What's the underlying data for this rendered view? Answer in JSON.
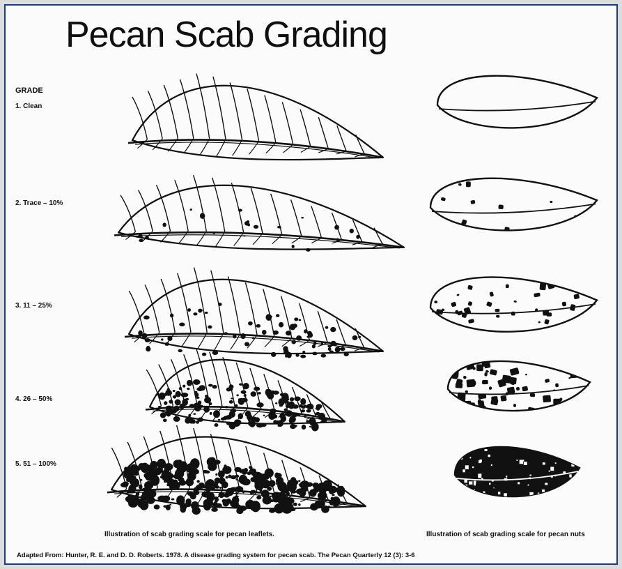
{
  "title": "Pecan Scab Grading",
  "grade_heading": "GRADE",
  "grades": [
    {
      "label": "1. Clean",
      "scab_fraction_shown": 0.0
    },
    {
      "label": "2. Trace – 10%",
      "scab_fraction_shown": 0.05
    },
    {
      "label": "3. 11 – 25%",
      "scab_fraction_shown": 0.18
    },
    {
      "label": "4. 26 – 50%",
      "scab_fraction_shown": 0.38
    },
    {
      "label": "5. 51 – 100%",
      "scab_fraction_shown": 0.75
    }
  ],
  "captions": {
    "leaflets": "Illustration of scab grading scale for pecan leaflets.",
    "nuts": "Illustration of scab grading scale for pecan nuts"
  },
  "source": "Adapted From:  Hunter, R. E. and D. D. Roberts. 1978. A disease grading system for pecan scab. The Pecan Quarterly 12 (3): 3-6",
  "colors": {
    "ink": "#111111",
    "paper": "#fbfbfb",
    "frame": "#1d3a7a"
  }
}
